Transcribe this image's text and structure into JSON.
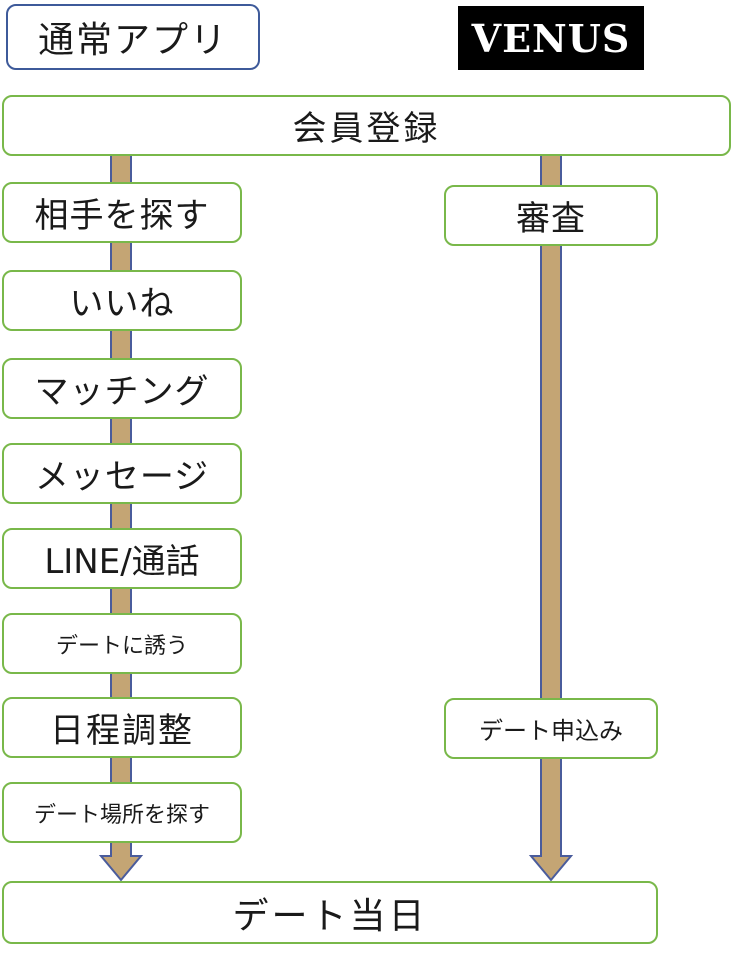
{
  "legend": {
    "app_label": "通常アプリ",
    "venus_label": "VENUS"
  },
  "register": "会員登録",
  "left_flow": [
    "相手を探す",
    "いいね",
    "マッチング",
    "メッセージ",
    "LINE/通話",
    "デートに誘う",
    "日程調整",
    "デート場所を探す"
  ],
  "right_flow": [
    "審査",
    "デート申込み"
  ],
  "final": "デート当日",
  "colors": {
    "arrow_fill": "#c4a574",
    "arrow_outline": "#4a5c9c",
    "box_border": "#79b84a",
    "legend_app_border": "#3e5a9a",
    "legend_venus_bg": "#000000"
  }
}
